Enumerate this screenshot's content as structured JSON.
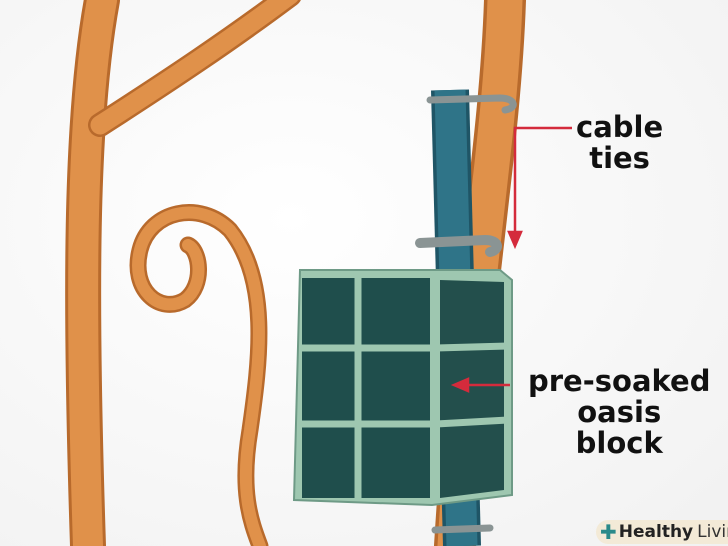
{
  "labels": {
    "cable_ties": [
      "cable",
      "ties"
    ],
    "oasis_block": [
      "pre-soaked",
      "oasis",
      "block"
    ]
  },
  "watermark": {
    "brand_bold": "Healthy",
    "brand_light": "Living"
  },
  "colors": {
    "pole": "#e0914a",
    "strap": "#2b6c80",
    "cage": "#9ec7b0",
    "block": "#1f4e4c",
    "arrow": "#d42b3c"
  }
}
